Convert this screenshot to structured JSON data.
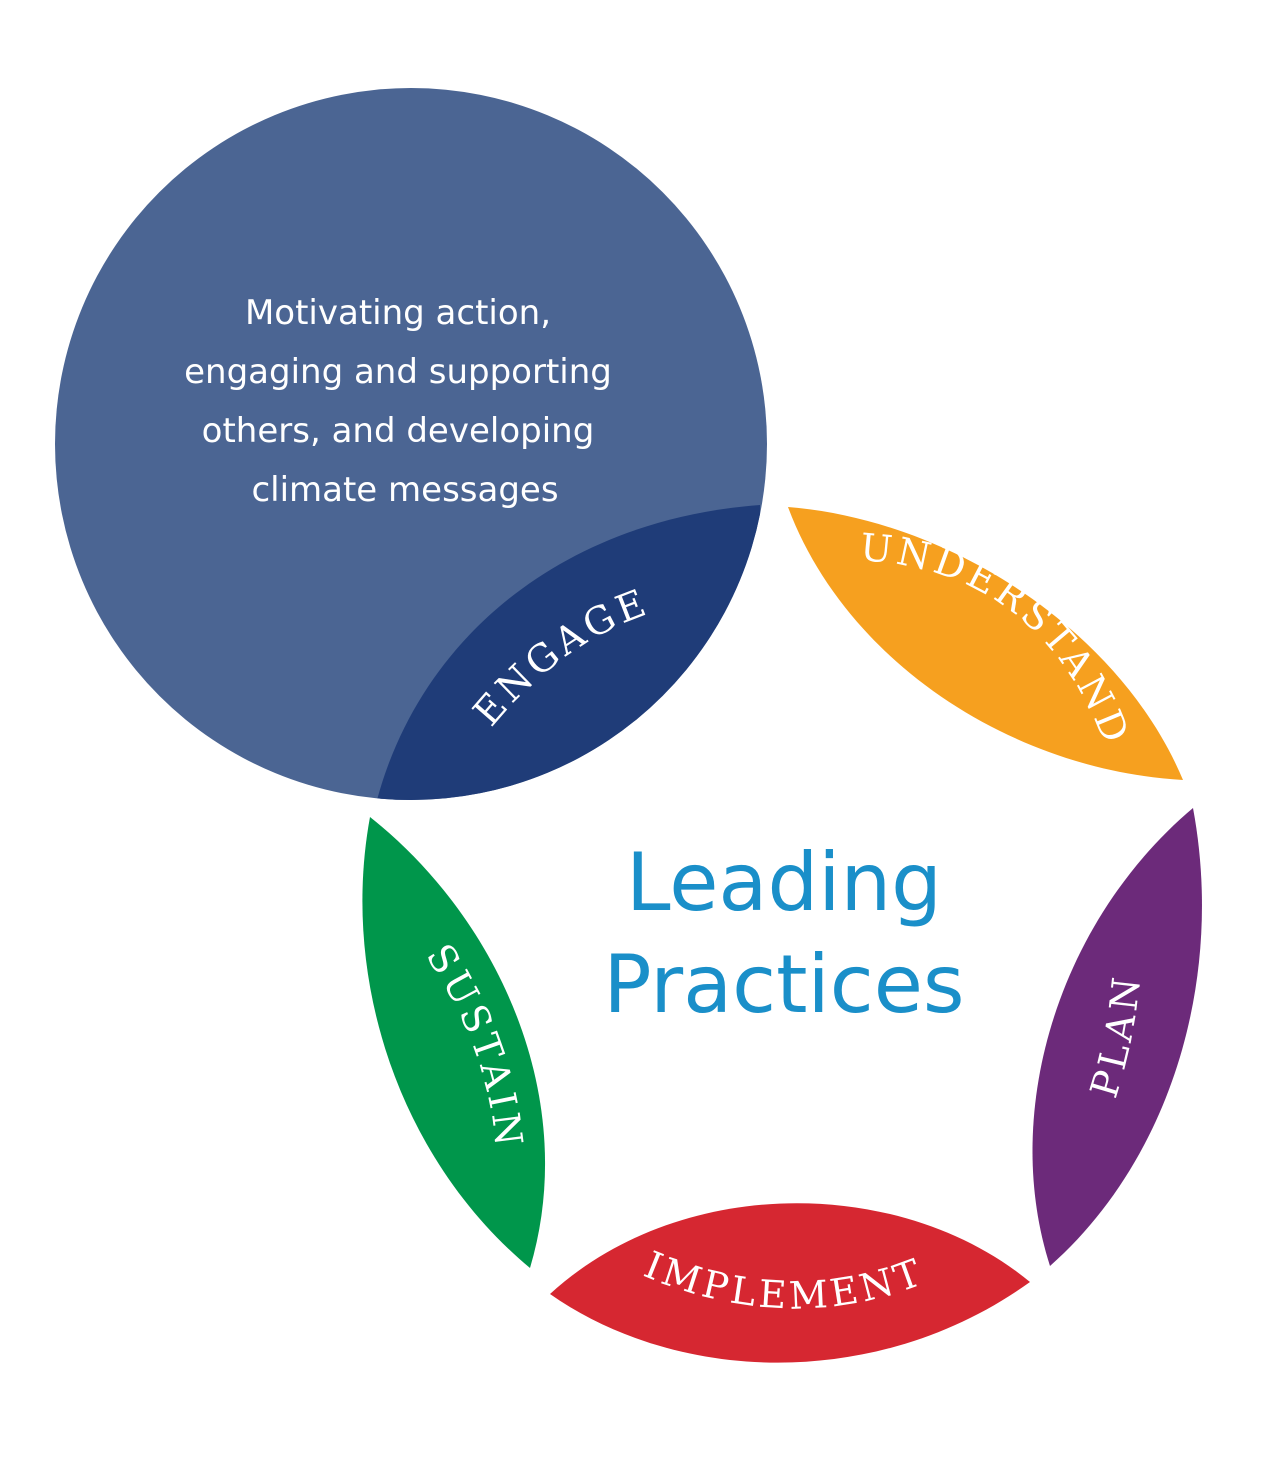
{
  "center": {
    "title_line1": "Leading",
    "title_line2": "Practices"
  },
  "focus": {
    "description": [
      "Motivating action,",
      "engaging and supporting",
      "others, and developing",
      "climate messages"
    ]
  },
  "stages": {
    "engage": "ENGAGE",
    "understand": "UNDERSTAND",
    "plan": "PLAN",
    "implement": "IMPLEMENT",
    "sustain": "SUSTAIN"
  },
  "colors": {
    "focus_circle": "#4b6593",
    "engage": "#1f3c78",
    "understand": "#f6a01f",
    "plan": "#6c2a7a",
    "implement": "#d62731",
    "sustain": "#00964b",
    "title": "#1a8fc9",
    "label_text": "#ffffff"
  }
}
